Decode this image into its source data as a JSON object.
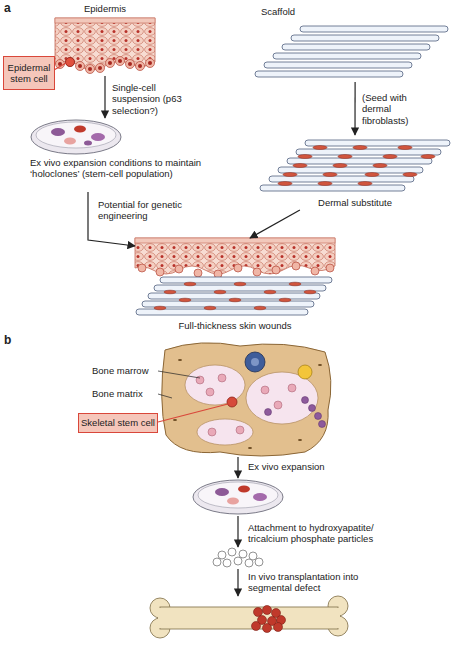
{
  "diagram": {
    "nodes": [
      {
        "text": [
          "Epidermis"
        ]
      },
      {
        "text": [
          "Epidermal stem cell"
        ]
      },
      {
        "text": [
          "Scaffold"
        ]
      },
      {
        "text": [
          "Ex vivo expansion conditions to maintain ‘holoclones’ (stem-cell population)"
        ]
      },
      {
        "text": [
          "Dermal substitute"
        ]
      },
      {
        "text": [
          "Full-thickness skin wounds"
        ]
      },
      {
        "text": [
          "Bone marrow",
          "Bone matrix"
        ]
      },
      {
        "text": [
          "Skeletal stem cell"
        ]
      }
    ],
    "edges": [
      {
        "from": 0,
        "to": 3,
        "arrow": "to",
        "label": "Single-cell suspension (p63 selection?)"
      },
      {
        "from": 2,
        "to": 4,
        "arrow": "to",
        "label": "(Seed with dermal fibroblasts)"
      },
      {
        "from": 3,
        "to": 5,
        "arrow": "to",
        "label": "Potential for genetic engineering"
      },
      {
        "from": 4,
        "to": 5,
        "arrow": "to"
      }
    ],
    "labels": [
      "a",
      "b",
      "Ex vivo expansion",
      "Attachment to hydroxyapatite/ tricalcium phosphate particles",
      "In vivo transplantation into segmental defect"
    ]
  }
}
